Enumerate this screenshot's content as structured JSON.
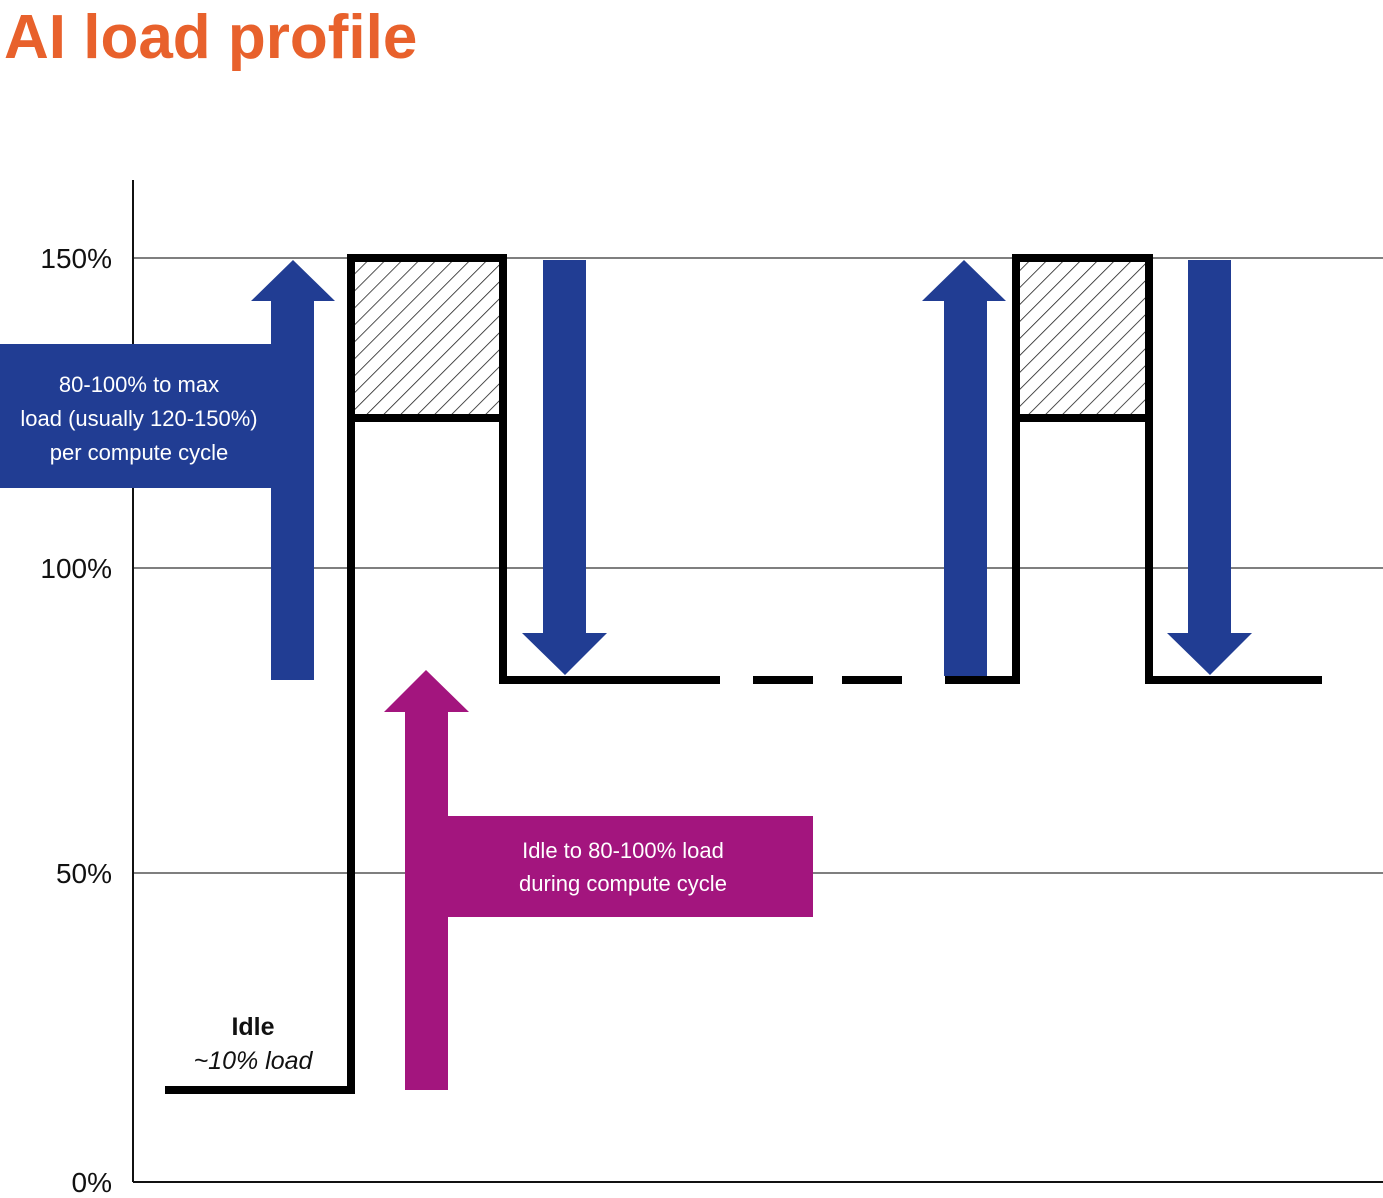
{
  "title": "AI load profile",
  "colors": {
    "title": "#e8612c",
    "blue_arrow": "#213d93",
    "magenta_arrow": "#a3157e",
    "load_line": "#000000",
    "gridline": "#555555"
  },
  "chart_data": {
    "type": "line",
    "y_ticks": [
      "150%",
      "100%",
      "50%",
      "0%"
    ],
    "y_tick_values": [
      150,
      100,
      50,
      0
    ],
    "ylim": [
      0,
      163
    ],
    "grid": true,
    "load_levels": {
      "idle": 15,
      "compute_low": 82,
      "peak_base": 125,
      "peak_max": 150
    }
  },
  "callouts": {
    "blue": {
      "lines": [
        "80-100% to max",
        "load (usually 120-150%)",
        "per compute cycle"
      ]
    },
    "magenta": {
      "lines": [
        "Idle to 80-100% load",
        "during compute cycle"
      ]
    },
    "idle": {
      "title": "Idle",
      "subtitle": "~10% load"
    }
  }
}
